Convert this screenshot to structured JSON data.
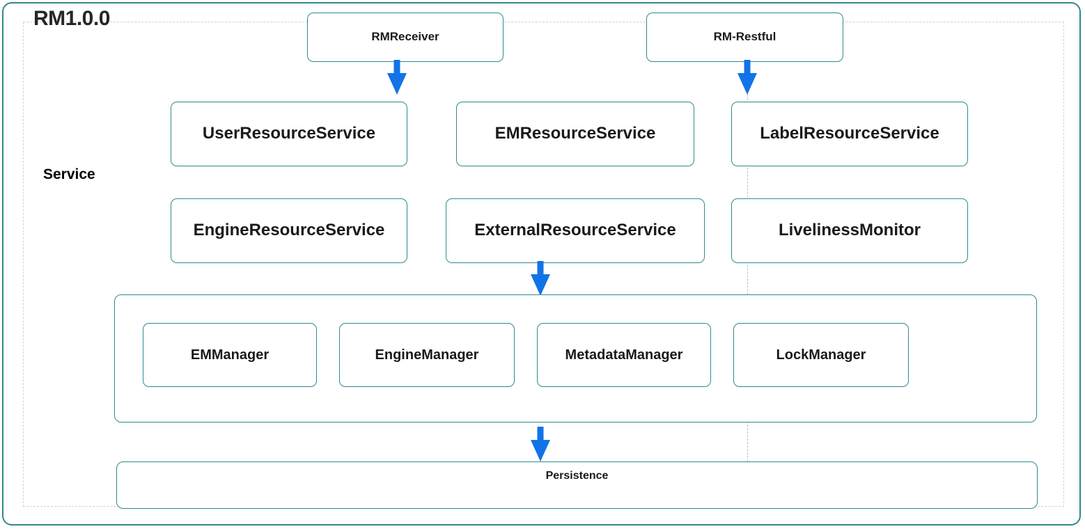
{
  "diagram": {
    "title": "RM1.0.0",
    "side_label": "Service",
    "colors": {
      "node_border": "#2f8a8c",
      "arrow": "#1273e8",
      "dashed": "#d2d2d2",
      "text": "#1a1a1a"
    }
  },
  "entry_points": [
    {
      "label": "RMReceiver",
      "name": "rm-receiver"
    },
    {
      "label": "RM-Restful",
      "name": "rm-restful"
    }
  ],
  "service_row_1": [
    {
      "label": "UserResourceService",
      "name": "user-resource-service"
    },
    {
      "label": "EMResourceService",
      "name": "em-resource-service"
    },
    {
      "label": "LabelResourceService",
      "name": "label-resource-service"
    }
  ],
  "service_row_2": [
    {
      "label": "EngineResourceService",
      "name": "engine-resource-service"
    },
    {
      "label": "ExternalResourceService",
      "name": "external-resource-service"
    },
    {
      "label": "LivelinessMonitor",
      "name": "liveliness-monitor"
    }
  ],
  "manager_group": {
    "items": [
      {
        "label": "EMManager",
        "name": "em-manager"
      },
      {
        "label": "EngineManager",
        "name": "engine-manager"
      },
      {
        "label": "MetadataManager",
        "name": "metadata-manager"
      },
      {
        "label": "LockManager",
        "name": "lock-manager"
      }
    ]
  },
  "persistence": {
    "label": "Persistence"
  },
  "arrows": [
    {
      "name": "arrow-rmreceiver-to-userresourceservice"
    },
    {
      "name": "arrow-rmrestful-to-labelresourceservice"
    },
    {
      "name": "arrow-externalresourceservice-to-managers"
    },
    {
      "name": "arrow-managers-to-persistence"
    }
  ]
}
